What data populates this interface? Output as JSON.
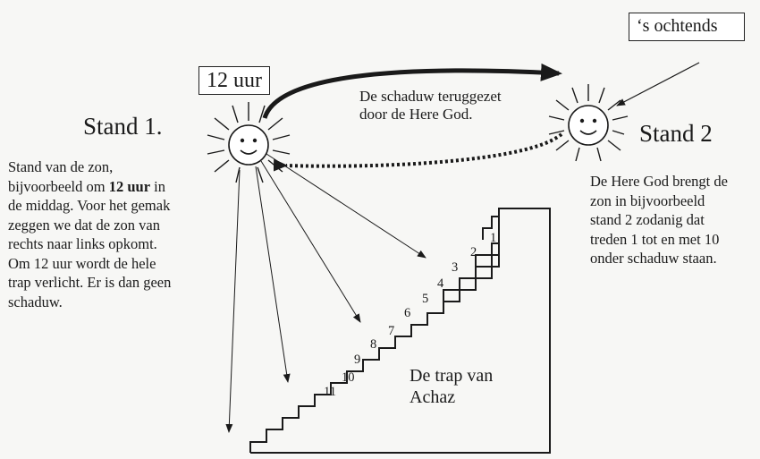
{
  "labels": {
    "time_box": "12 uur",
    "morning_box": "‘s ochtends",
    "stand1_title": "Stand 1.",
    "stand2_title": "Stand 2",
    "shadow_reset_line1": "De schaduw teruggezet",
    "shadow_reset_line2": "door de Here God.",
    "stair_title_line1": "De trap van",
    "stair_title_line2": "Achaz"
  },
  "stand1_description": {
    "line1": "Stand van de zon,",
    "line2_pre": "bijvoorbeeld om ",
    "line2_bold": "12 uur",
    "line2_post": " in",
    "line3": "de middag. Voor het gemak",
    "line4": "zeggen we dat de zon van",
    "line5": "rechts naar links opkomt.",
    "line6": "Om 12 uur wordt de hele",
    "line7": "trap verlicht. Er is dan geen",
    "line8": "schaduw."
  },
  "stand2_description": [
    "De Here God brengt de",
    "zon in bijvoorbeeld",
    "stand 2 zodanig dat",
    "treden 1 tot en met 10",
    "onder schaduw staan."
  ],
  "step_numbers": [
    "1",
    "2",
    "3",
    "4",
    "5",
    "6",
    "7",
    "8",
    "9",
    "10",
    "11"
  ],
  "icons": [
    "sun-icon-stand1",
    "sun-icon-stand2"
  ],
  "colors": {
    "ink": "#1a1a1a",
    "background": "#f7f7f5"
  }
}
